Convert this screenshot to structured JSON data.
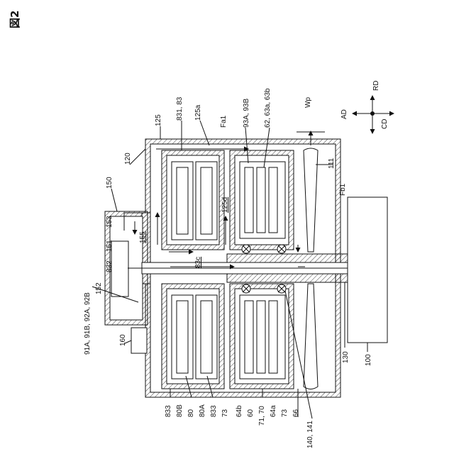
{
  "figure": {
    "title": "図2"
  },
  "labels": {
    "l150": "150",
    "l153": "153",
    "l151": "151",
    "l832": "832",
    "l152": "152",
    "l91": "91A, 91B, 92A, 92B",
    "l160": "160",
    "l120": "120",
    "l125": "125",
    "l831": "831, 83",
    "l125a": "125a",
    "lFa1": "Fa1",
    "l93": "93A, 93B",
    "l62": "62, 63a, 63b",
    "lWp": "Wp",
    "l111": "111",
    "lFb1": "Fb1",
    "l155": "155",
    "l125d": "125d",
    "l83c": "83c",
    "l100": "100",
    "l130": "130",
    "l140": "140, 141",
    "l66": "66",
    "l73a": "73",
    "l64a": "64a",
    "l7170": "71, 70",
    "l60": "60",
    "l64b": "64b",
    "l73b": "73",
    "l833a": "833",
    "l80A": "80A",
    "l80": "80",
    "l80B": "80B",
    "l833b": "833"
  },
  "axes": {
    "AD": "AD",
    "RD": "RD",
    "CD": "CD"
  }
}
